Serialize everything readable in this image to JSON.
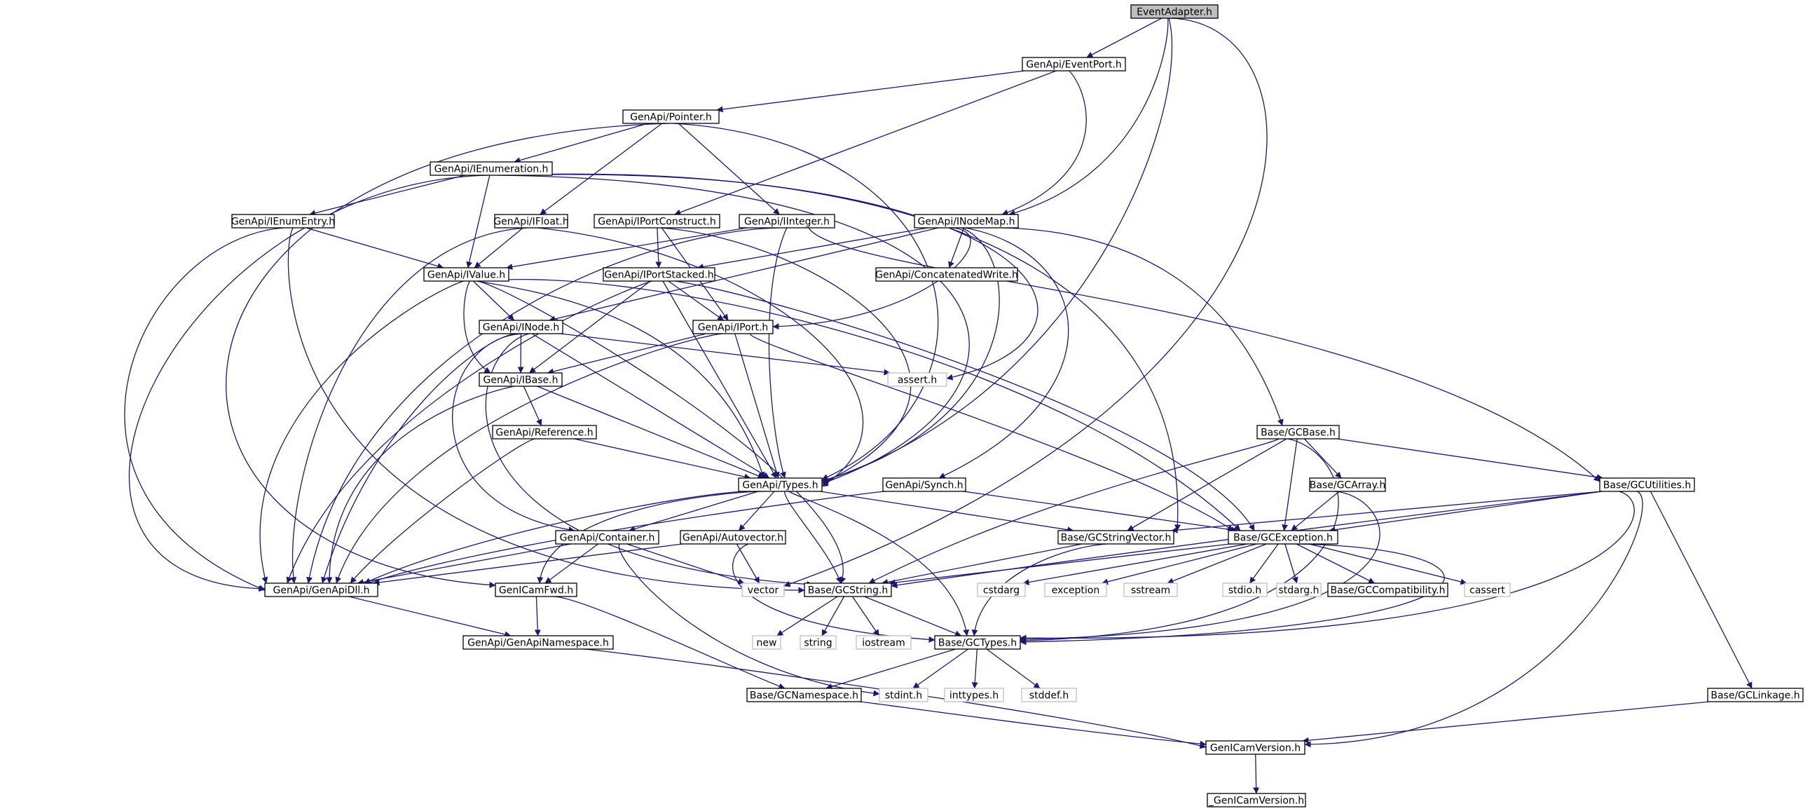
{
  "colors": {
    "edge": "#191970",
    "arrow": "#191970",
    "node_border": "#000000",
    "external_border": "#bfbfbf",
    "root_fill": "#bfbfbf",
    "node_fill": "#ffffff",
    "text": "#000000"
  },
  "nodes": [
    {
      "id": "n0",
      "label": "EventAdapter.h",
      "kind": "root"
    },
    {
      "id": "n1",
      "label": "GenApi/EventPort.h",
      "kind": "local"
    },
    {
      "id": "n2",
      "label": "GenApi/Pointer.h",
      "kind": "local"
    },
    {
      "id": "n3",
      "label": "GenApi/IEnumeration.h",
      "kind": "local"
    },
    {
      "id": "n4",
      "label": "GenApi/IEnumEntry.h",
      "kind": "local"
    },
    {
      "id": "n5",
      "label": "GenApi/IFloat.h",
      "kind": "local"
    },
    {
      "id": "n6",
      "label": "GenApi/IPortConstruct.h",
      "kind": "local"
    },
    {
      "id": "n7",
      "label": "GenApi/IInteger.h",
      "kind": "local"
    },
    {
      "id": "n8",
      "label": "GenApi/INodeMap.h",
      "kind": "local"
    },
    {
      "id": "n9",
      "label": "GenApi/IValue.h",
      "kind": "local"
    },
    {
      "id": "n10",
      "label": "GenApi/IPortStacked.h",
      "kind": "local"
    },
    {
      "id": "n11",
      "label": "GenApi/ConcatenatedWrite.h",
      "kind": "local"
    },
    {
      "id": "n12",
      "label": "GenApi/INode.h",
      "kind": "local"
    },
    {
      "id": "n13",
      "label": "GenApi/IPort.h",
      "kind": "local"
    },
    {
      "id": "n14",
      "label": "assert.h",
      "kind": "external"
    },
    {
      "id": "n15",
      "label": "GenApi/IBase.h",
      "kind": "local"
    },
    {
      "id": "n16",
      "label": "GenApi/Reference.h",
      "kind": "local"
    },
    {
      "id": "n17",
      "label": "GenApi/Types.h",
      "kind": "local"
    },
    {
      "id": "n18",
      "label": "GenApi/Synch.h",
      "kind": "local"
    },
    {
      "id": "n19",
      "label": "Base/GCBase.h",
      "kind": "local"
    },
    {
      "id": "n20",
      "label": "Base/GCArray.h",
      "kind": "local"
    },
    {
      "id": "n21",
      "label": "Base/GCUtilities.h",
      "kind": "local"
    },
    {
      "id": "n22",
      "label": "GenApi/Container.h",
      "kind": "local"
    },
    {
      "id": "n23",
      "label": "GenApi/Autovector.h",
      "kind": "local"
    },
    {
      "id": "n24",
      "label": "Base/GCStringVector.h",
      "kind": "local"
    },
    {
      "id": "n25",
      "label": "Base/GCException.h",
      "kind": "local"
    },
    {
      "id": "n26",
      "label": "GenApi/GenApiDll.h",
      "kind": "local"
    },
    {
      "id": "n27",
      "label": "GenICamFwd.h",
      "kind": "local"
    },
    {
      "id": "n28",
      "label": "vector",
      "kind": "external"
    },
    {
      "id": "n29",
      "label": "Base/GCString.h",
      "kind": "local"
    },
    {
      "id": "n30",
      "label": "cstdarg",
      "kind": "external"
    },
    {
      "id": "n31",
      "label": "exception",
      "kind": "external"
    },
    {
      "id": "n32",
      "label": "sstream",
      "kind": "external"
    },
    {
      "id": "n33",
      "label": "stdio.h",
      "kind": "external"
    },
    {
      "id": "n34",
      "label": "stdarg.h",
      "kind": "external"
    },
    {
      "id": "n35",
      "label": "Base/GCCompatibility.h",
      "kind": "local"
    },
    {
      "id": "n36",
      "label": "cassert",
      "kind": "external"
    },
    {
      "id": "n37",
      "label": "GenApi/GenApiNamespace.h",
      "kind": "local"
    },
    {
      "id": "n38",
      "label": "new",
      "kind": "external"
    },
    {
      "id": "n39",
      "label": "string",
      "kind": "external"
    },
    {
      "id": "n40",
      "label": "iostream",
      "kind": "external"
    },
    {
      "id": "n41",
      "label": "Base/GCTypes.h",
      "kind": "local"
    },
    {
      "id": "n42",
      "label": "Base/GCNamespace.h",
      "kind": "local"
    },
    {
      "id": "n43",
      "label": "stdint.h",
      "kind": "external"
    },
    {
      "id": "n44",
      "label": "inttypes.h",
      "kind": "external"
    },
    {
      "id": "n45",
      "label": "stddef.h",
      "kind": "external"
    },
    {
      "id": "n46",
      "label": "Base/GCLinkage.h",
      "kind": "local"
    },
    {
      "id": "n47",
      "label": "GenICamVersion.h",
      "kind": "local"
    },
    {
      "id": "n48",
      "label": "_GenICamVersion.h",
      "kind": "local"
    }
  ]
}
